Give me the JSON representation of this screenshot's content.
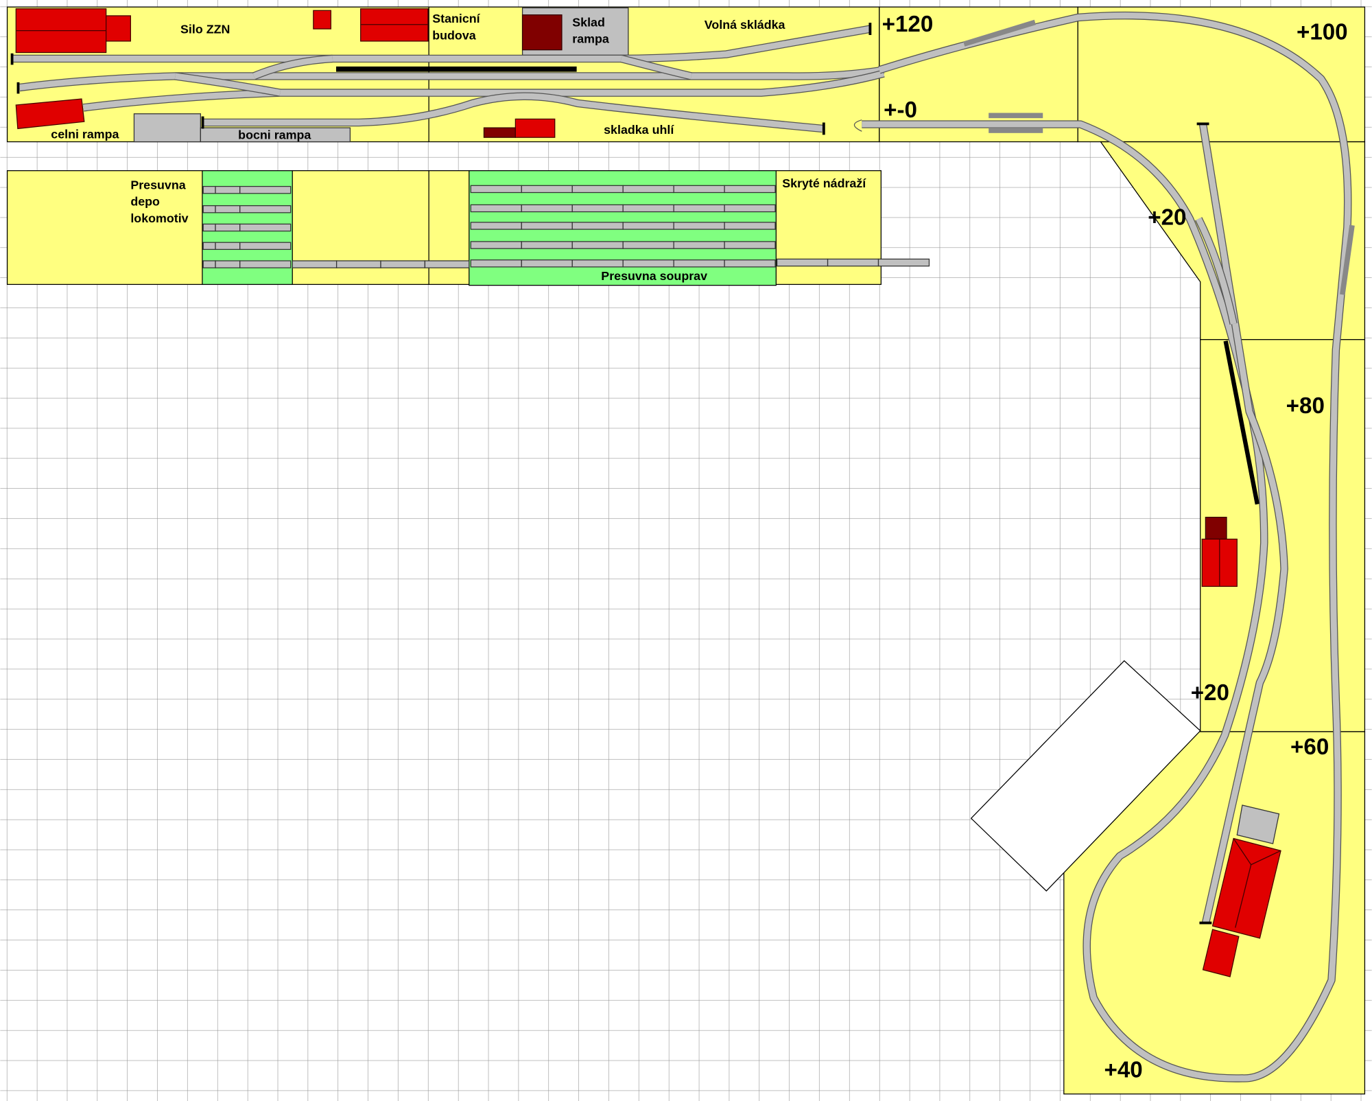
{
  "station_labels": {
    "silo": "Silo ZZN",
    "station_building_1": "Stanicní",
    "station_building_2": "budova",
    "warehouse_1": "Sklad",
    "warehouse_2": "rampa",
    "free_storage": "Volná skládka",
    "front_ramp": "celni rampa",
    "side_ramp": "bocni rampa",
    "coal_storage": "skladka uhlí"
  },
  "hidden_labels": {
    "depot_1": "Presuvna",
    "depot_2": "depo",
    "depot_3": "lokomotiv",
    "hidden_station": "Skryté nádraží",
    "train_traverser": "Presuvna souprav"
  },
  "elevations": {
    "e120": "+120",
    "e100": "+100",
    "e0": "+-0",
    "e20_upper": "+20",
    "e80": "+80",
    "e20_lower": "+20",
    "e60": "+60",
    "e40": "+40"
  },
  "colors": {
    "board": "#ffff80",
    "traverser": "#80ff80",
    "track": "#c0c0c0",
    "building": "#e00000"
  }
}
